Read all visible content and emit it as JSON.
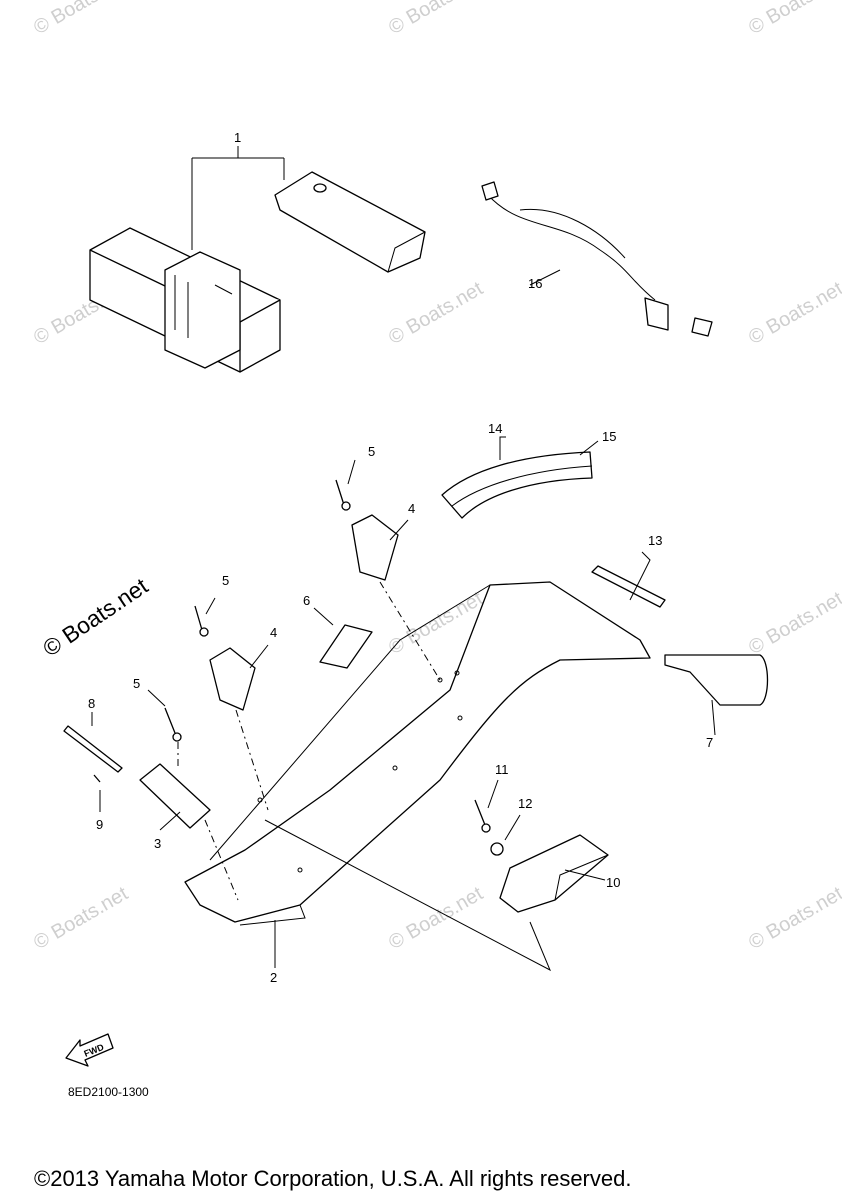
{
  "watermark": "© Boats.net",
  "callouts": {
    "c1": "1",
    "c2": "2",
    "c3": "3",
    "c4a": "4",
    "c4b": "4",
    "c5a": "5",
    "c5b": "5",
    "c5c": "5",
    "c6": "6",
    "c7": "7",
    "c8": "8",
    "c9": "9",
    "c10": "10",
    "c11": "11",
    "c12": "12",
    "c13": "13",
    "c14": "14",
    "c15": "15",
    "c16": "16"
  },
  "fwd_label": "FWD",
  "part_number": "8ED2100-1300",
  "copyright": "©2013 Yamaha Motor Corporation, U.S.A. All rights reserved."
}
